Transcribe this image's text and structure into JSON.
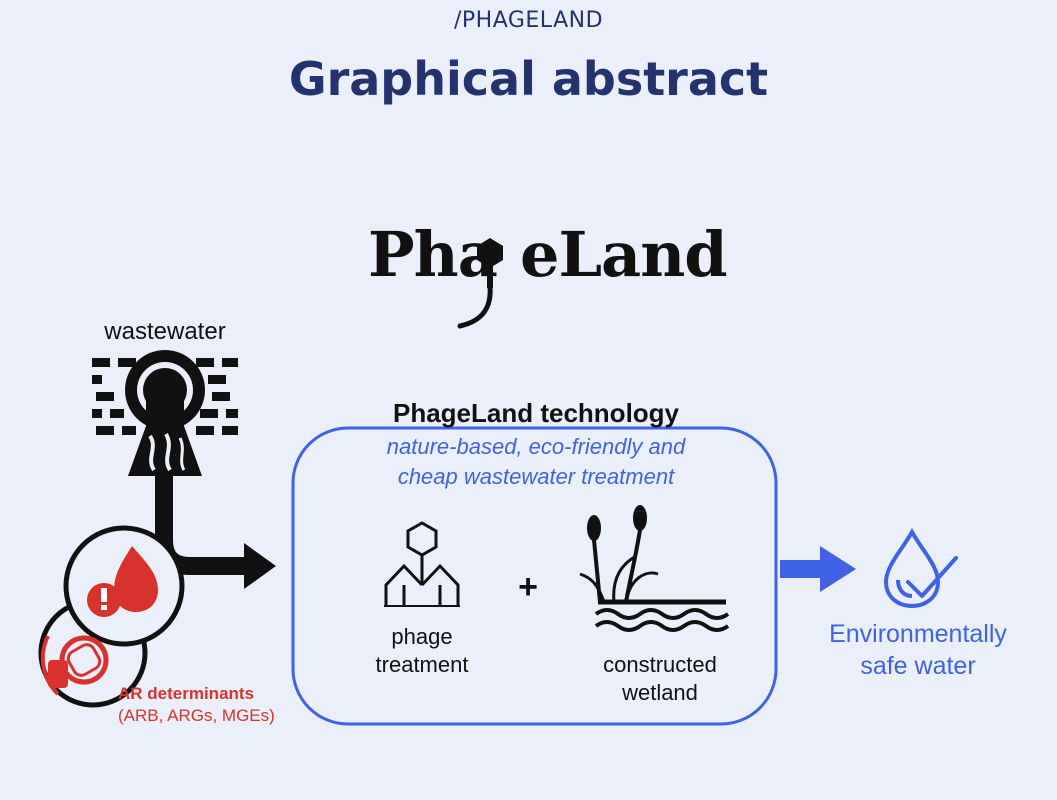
{
  "header": {
    "eyebrow": "/PHAGELAND",
    "title": "Graphical abstract"
  },
  "logo": {
    "part_left": "Pha",
    "part_right": "eLand"
  },
  "input": {
    "label": "wastewater"
  },
  "ar": {
    "title": "AR determinants",
    "subtitle": "(ARB, ARGs, MGEs)"
  },
  "technology": {
    "title": "PhageLand technology",
    "subtitle_line1": "nature-based, eco-friendly and",
    "subtitle_line2": "cheap wastewater treatment",
    "plus": "+",
    "phage_line1": "phage",
    "phage_line2": "treatment",
    "wetland_line1": "constructed",
    "wetland_line2": "wetland"
  },
  "output": {
    "line1": "Environmentally",
    "line2": "safe water"
  },
  "colors": {
    "background": "#ebeffa",
    "heading": "#24336e",
    "accent_blue": "#3f62e6",
    "alert_red": "#d8322e",
    "ink": "#111111"
  }
}
